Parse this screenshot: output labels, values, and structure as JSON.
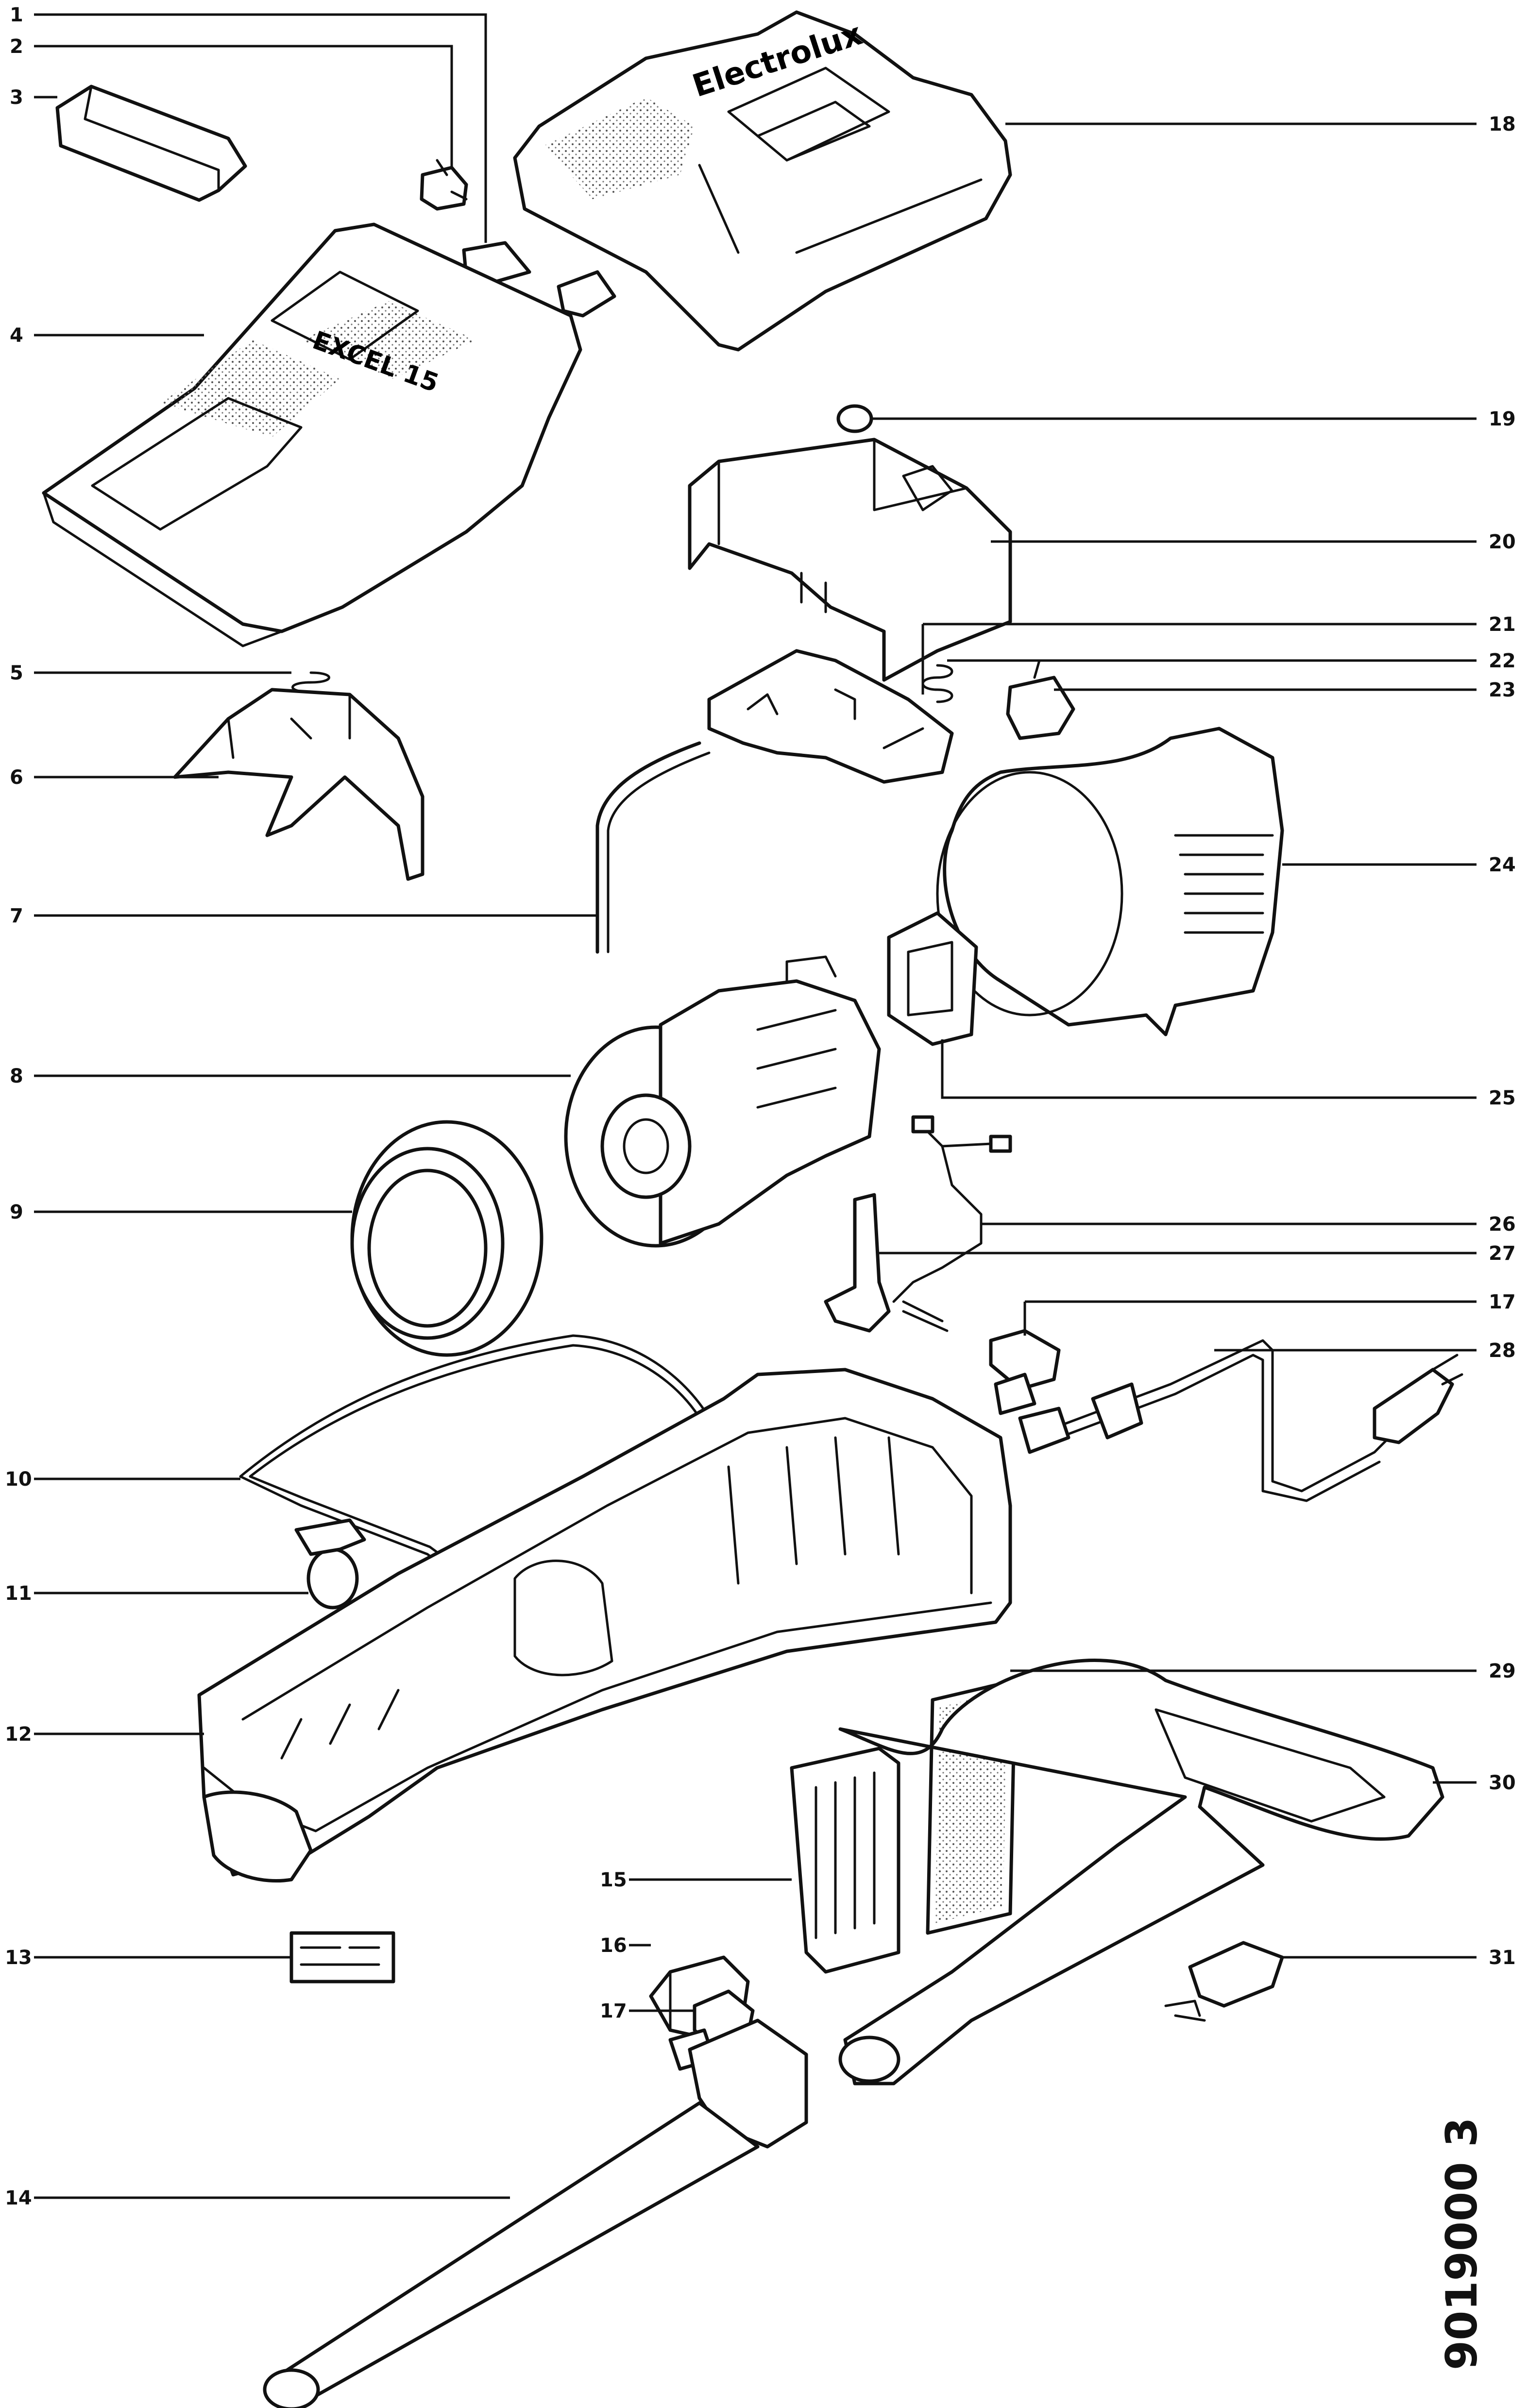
{
  "drawing_code": "9019000 3",
  "brand_text": "Electrolux",
  "part_numbers": [
    "1",
    "2",
    "3",
    "4",
    "5",
    "6",
    "7",
    "8",
    "9",
    "10",
    "11",
    "12",
    "13",
    "14",
    "15",
    "16",
    "17",
    "18",
    "19",
    "20",
    "21",
    "22",
    "23",
    "24",
    "25",
    "26",
    "27",
    "17",
    "28",
    "29",
    "30",
    "31"
  ]
}
